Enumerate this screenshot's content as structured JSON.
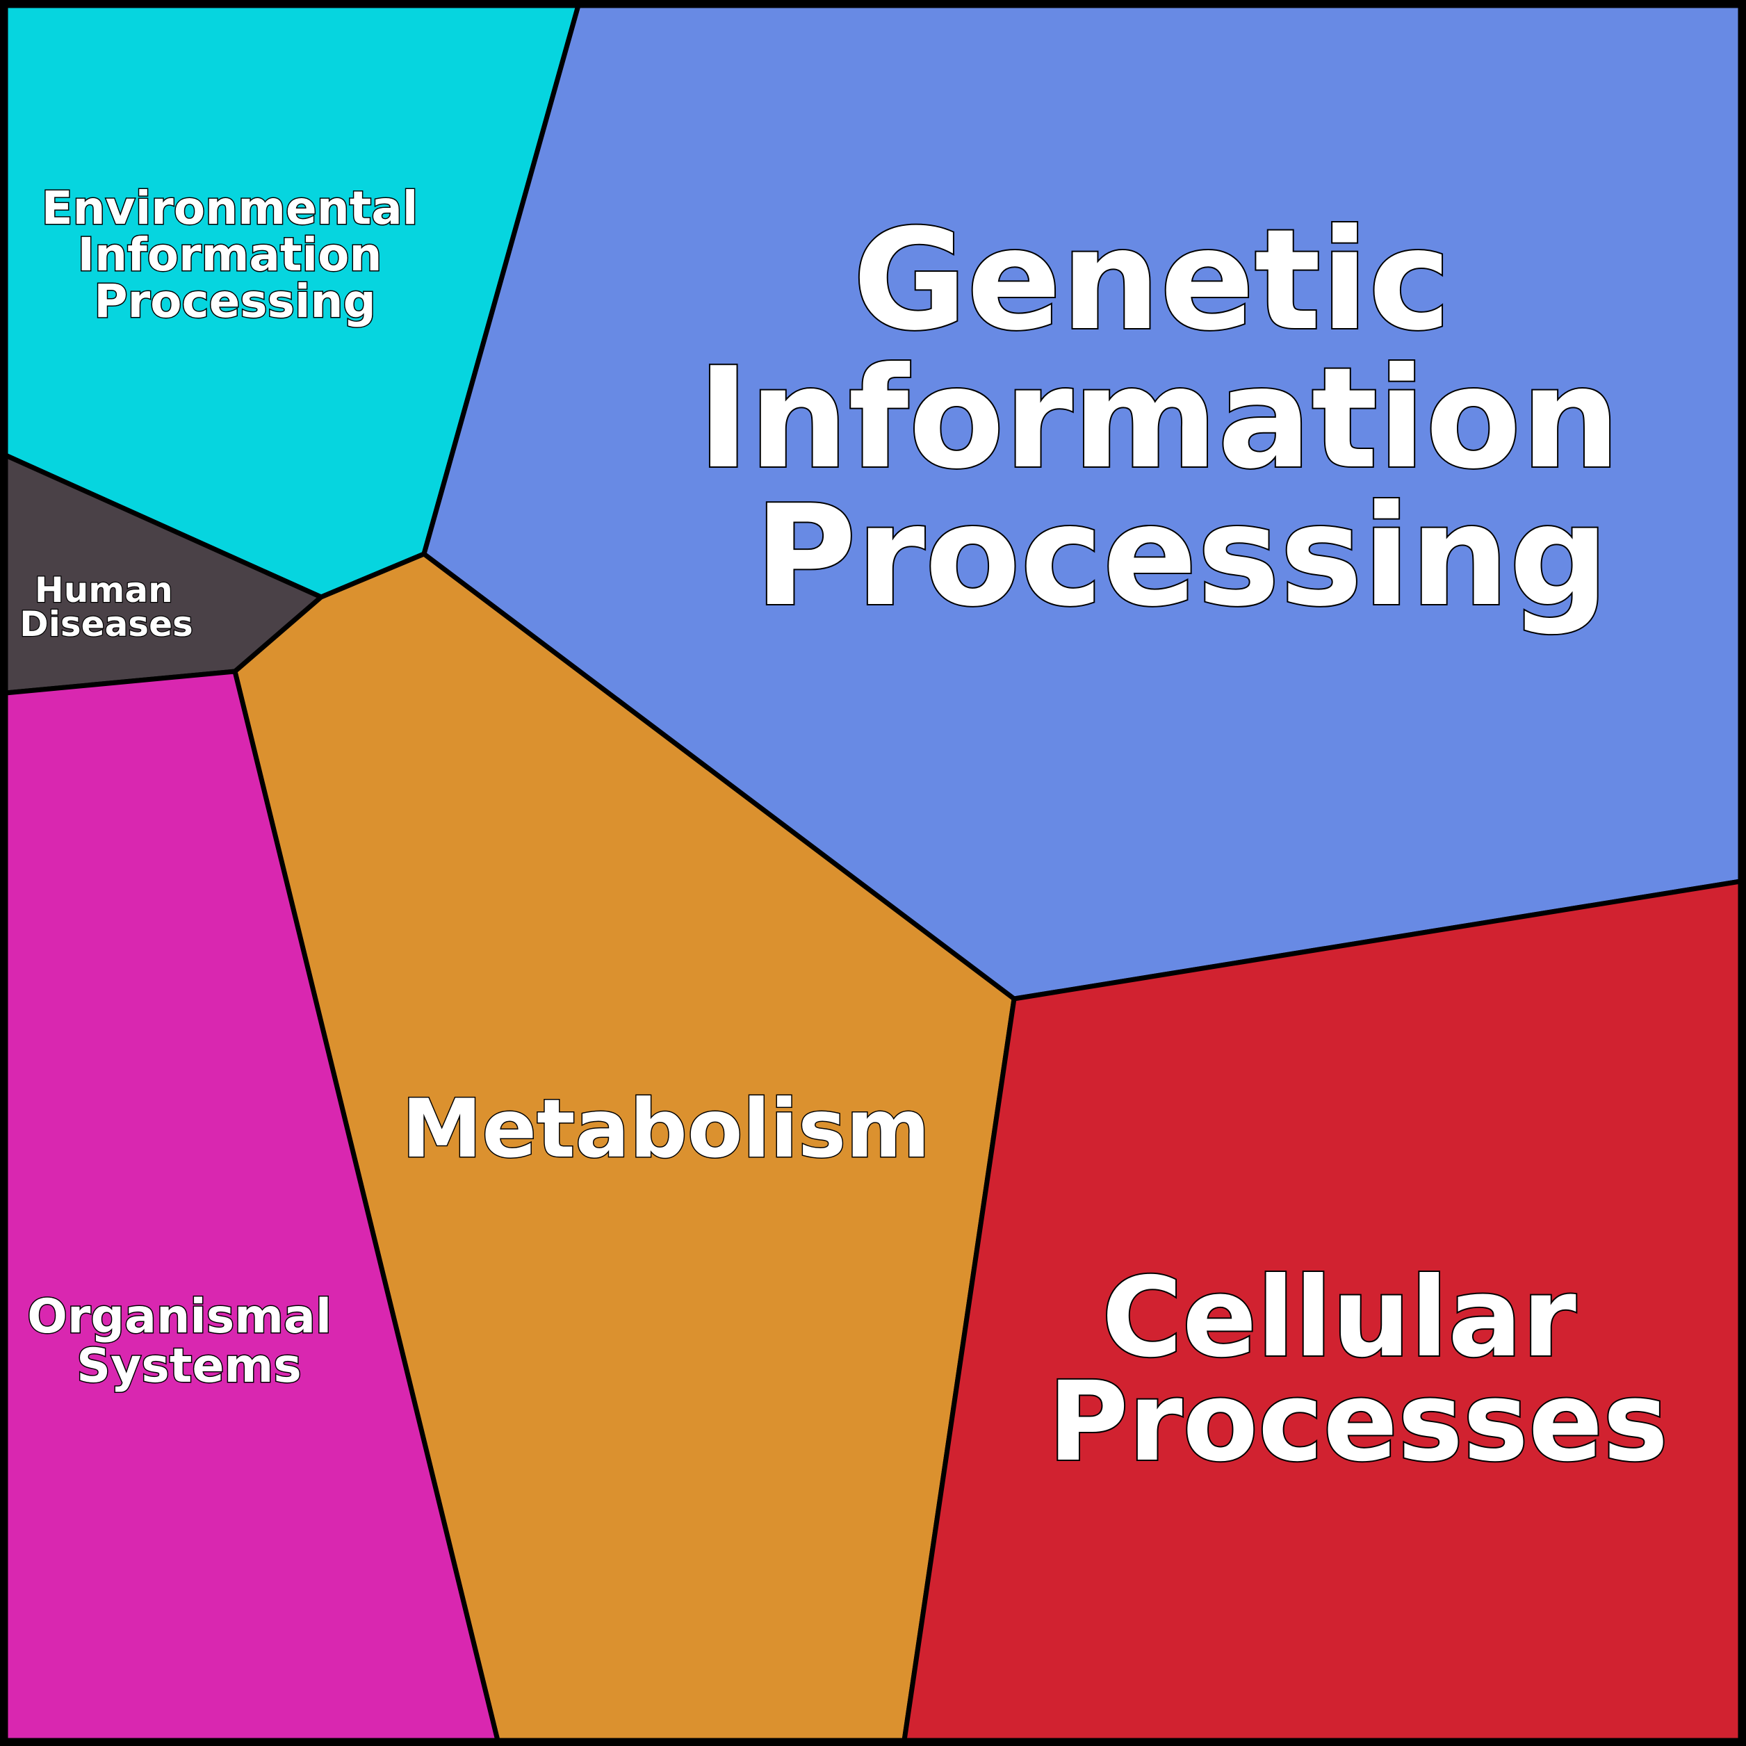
{
  "title": "Voronoi treemap of functional categories",
  "cells": [
    {
      "id": "environmental",
      "label_lines": [
        "Environmental",
        "Information",
        "Processing"
      ],
      "color": "#06d5df"
    },
    {
      "id": "genetic",
      "label_lines": [
        "Genetic",
        "Information",
        "Processing"
      ],
      "color": "#688ae4"
    },
    {
      "id": "human",
      "label_lines": [
        "Human",
        "Diseases"
      ],
      "color": "#4a4147"
    },
    {
      "id": "metabolism",
      "label_lines": [
        "Metabolism"
      ],
      "color": "#db912f"
    },
    {
      "id": "organismal",
      "label_lines": [
        "Organismal",
        "Systems"
      ],
      "color": "#d927b0"
    },
    {
      "id": "cellular",
      "label_lines": [
        "Cellular",
        "Processes"
      ],
      "color": "#d12230"
    }
  ],
  "border_color": "#000000"
}
